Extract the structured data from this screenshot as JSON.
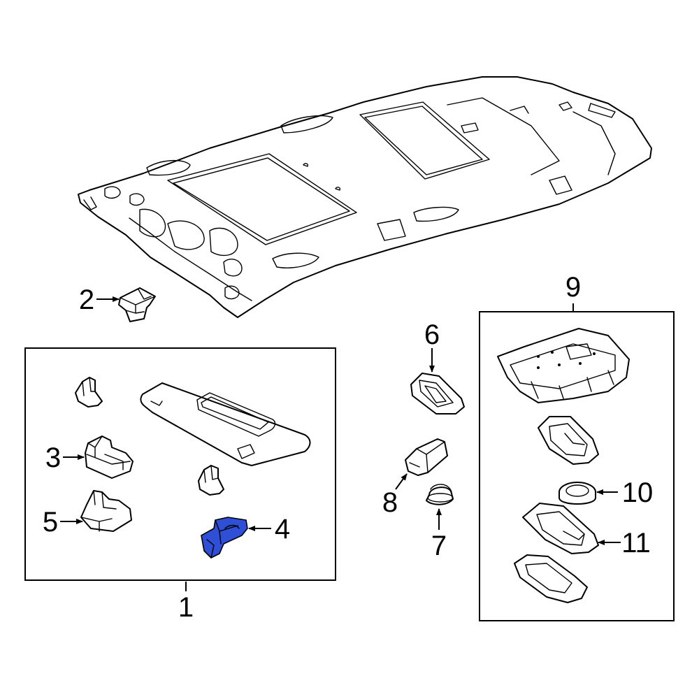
{
  "diagram": {
    "callouts": {
      "c1": "1",
      "c2": "2",
      "c3": "3",
      "c4": "4",
      "c5": "5",
      "c6": "6",
      "c7": "7",
      "c8": "8",
      "c9": "9",
      "c10": "10",
      "c11": "11"
    },
    "highlight_color": "#2f4fd6",
    "highlighted_part": "4"
  }
}
